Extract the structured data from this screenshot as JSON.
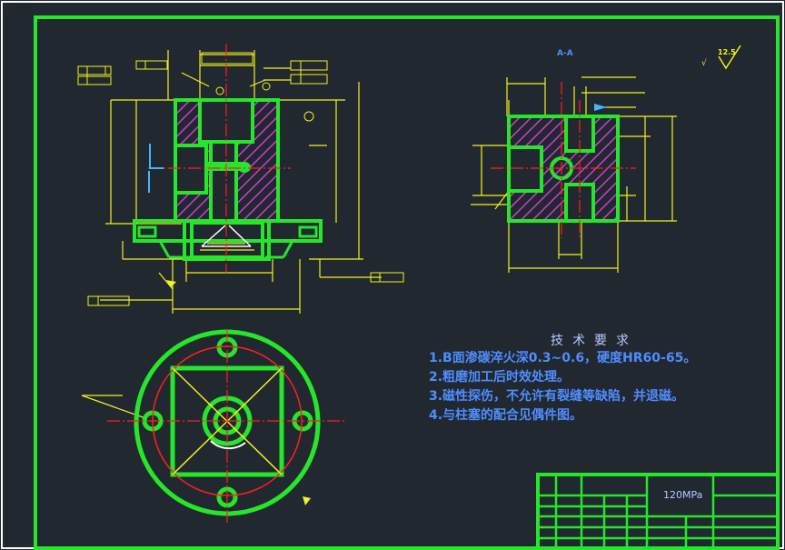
{
  "section_label": "A-A",
  "roughness_default": "12.5",
  "technical_requirements": {
    "title": "技术要求",
    "items": [
      "1.B面渗碳淬火深0.3~0.6，硬度HR60-65。",
      "2.粗磨加工后时效处理。",
      "3.磁性探伤，不允许有裂缝等缺陷，并退磁。",
      "4.与柱塞的配合见偶件图。"
    ]
  },
  "title_block": {
    "pressure": "120MPa"
  },
  "colors": {
    "background": "#212830",
    "outline": "#25e62a",
    "dimension": "#f2f21c",
    "centerline": "#ff1f1f",
    "hatch": "#d23bd2",
    "text_blue": "#4f8dff",
    "frame": "#ffffff"
  }
}
